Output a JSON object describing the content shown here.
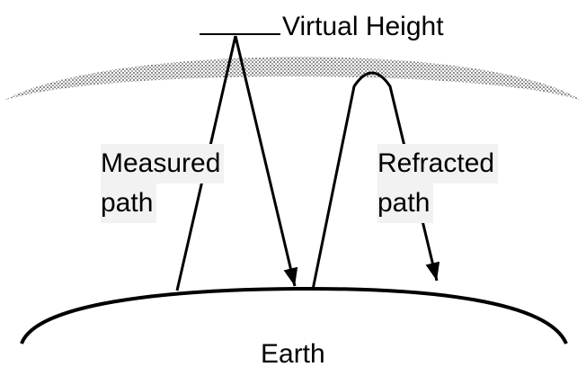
{
  "labels": {
    "virtual_height": "Virtual Height",
    "measured_line1": "Measured",
    "measured_line2": "path",
    "refracted_line1": "Refracted",
    "refracted_line2": "path",
    "earth": "Earth"
  },
  "colors": {
    "ionosphere": "#9a9a9a",
    "ink": "#000000",
    "label_background": "#f2f2f2"
  }
}
